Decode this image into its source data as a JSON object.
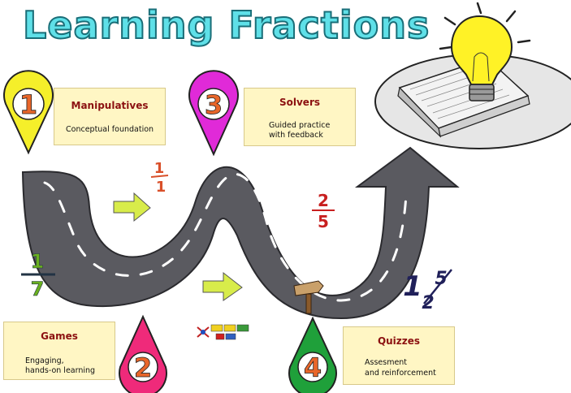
{
  "title": "Learning Fractions",
  "steps": [
    {
      "number": "1",
      "name": "Manipulatives",
      "desc_line1": "Conceptual foundation",
      "desc_line2": "",
      "pin_color": "#f5ef2a"
    },
    {
      "number": "2",
      "name": "Games",
      "desc_line1": "Engaging,",
      "desc_line2": "hands-on learning",
      "pin_color": "#ef2a7a"
    },
    {
      "number": "3",
      "name": "Solvers",
      "desc_line1": "Guided practice",
      "desc_line2": "with feedback",
      "pin_color": "#e02ad8"
    },
    {
      "number": "4",
      "name": "Quizzes",
      "desc_line1": "Assesment",
      "desc_line2": "and reinforcement",
      "pin_color": "#1fa03a"
    }
  ],
  "fractions": [
    {
      "num": "1",
      "den": "1",
      "color": "#d9502a"
    },
    {
      "num": "2",
      "den": "5",
      "color": "#c82020"
    },
    {
      "num": "1",
      "den": "7",
      "color": "#6ab020"
    },
    {
      "whole": "1",
      "num": "5",
      "den": "2",
      "color": "#20205a"
    }
  ],
  "colors": {
    "road": "#5a5a60",
    "arrow_green": "#d8ec4a",
    "card_bg": "#fff6c4",
    "heading_red": "#8b1010",
    "title": "#5fe0e8"
  },
  "icons": [
    "lightbulb-icon",
    "open-book-icon",
    "signpost-icon",
    "logo-icon"
  ]
}
